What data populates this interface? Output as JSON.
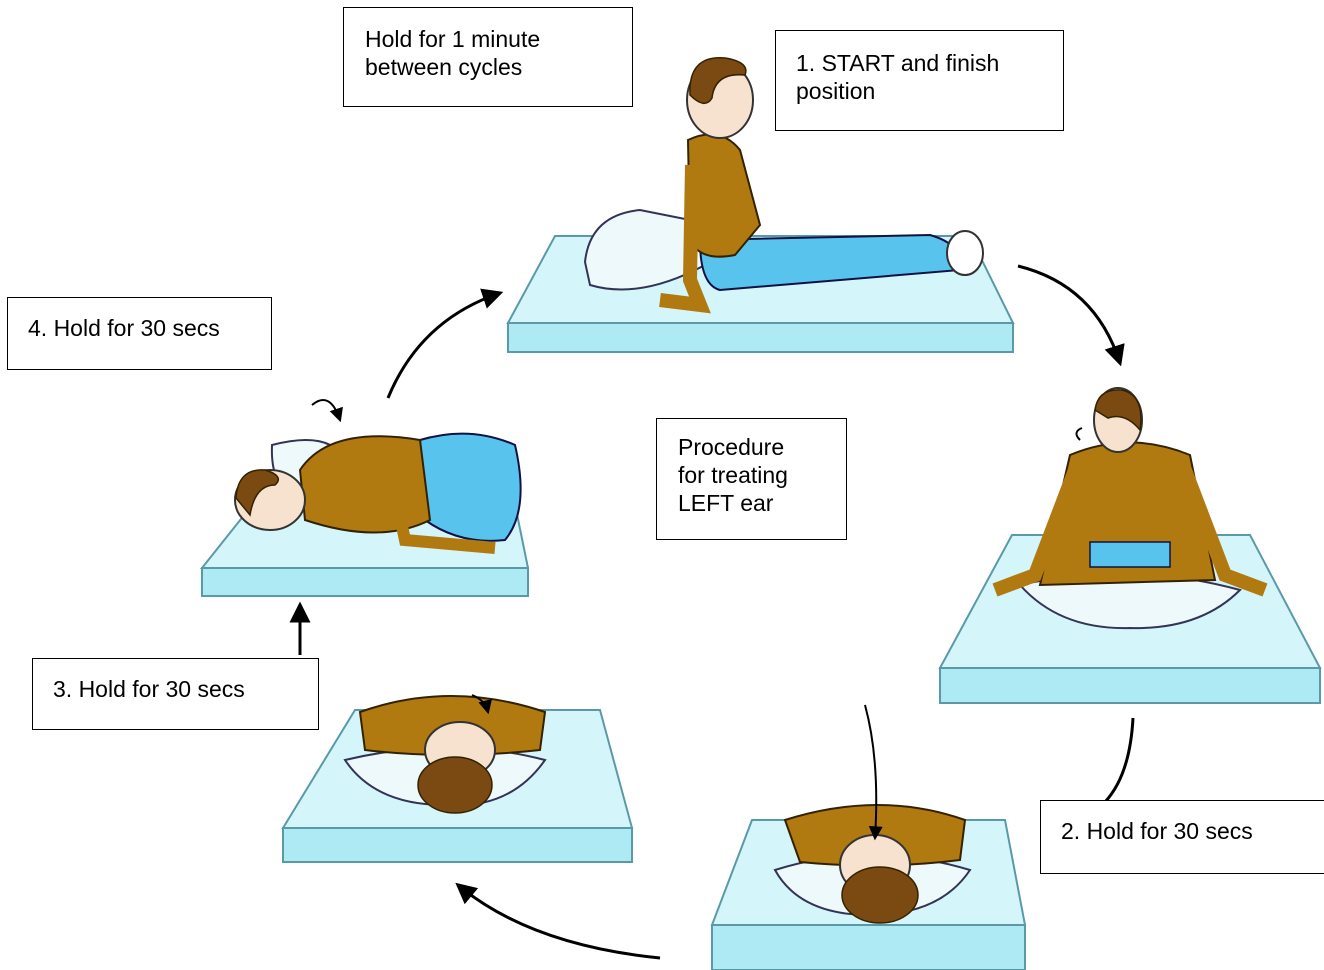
{
  "labels": {
    "hold_minute": "Hold for 1 minute\nbetween cycles",
    "step1": "1. START and finish\nposition",
    "step4": "4. Hold for 30 secs",
    "procedure": "Procedure\nfor treating\nLEFT ear",
    "step3": "3. Hold for 30 secs",
    "step2": "2. Hold for 30 secs"
  },
  "colors": {
    "bed_top": "#d4f6fb",
    "bed_side": "#aeeaf3",
    "bed_line": "#5a9aa6",
    "shirt": "#b07a10",
    "trousers": "#58c4ee",
    "hair": "#7a4a12",
    "skin": "#f7e2cf",
    "arrow": "#000000"
  },
  "figures": [
    {
      "name": "sitting-start",
      "icon": "person-sitting-icon"
    },
    {
      "name": "head-turned",
      "icon": "person-head-turned-icon"
    },
    {
      "name": "supine-head-down",
      "icon": "person-supine-icon"
    },
    {
      "name": "supine-rolled",
      "icon": "person-supine-rolled-icon"
    },
    {
      "name": "side-lying",
      "icon": "person-side-lying-icon"
    }
  ]
}
